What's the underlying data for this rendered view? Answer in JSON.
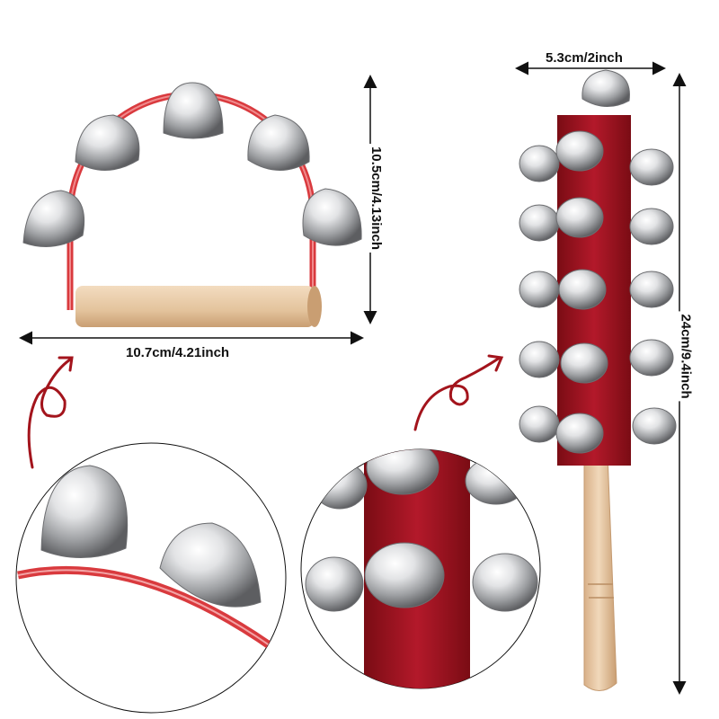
{
  "dimensions": {
    "handbell_width": "10.7cm/4.21inch",
    "handbell_height": "10.5cm/4.13inch",
    "stick_width": "5.3cm/2inch",
    "stick_height": "24cm/9.4inch"
  },
  "colors": {
    "background": "#ffffff",
    "frame_red": "#d93a3e",
    "velvet_red": "#a0141c",
    "velvet_dark": "#6e0b12",
    "wood": "#e8c9a4",
    "wood_dark": "#cfa67a",
    "bell_silver": "#c9cacc",
    "bell_highlight": "#f7f7f7",
    "bell_shadow": "#6c6d70",
    "arrow_red": "#a3141c",
    "dimension_line": "#111111"
  }
}
